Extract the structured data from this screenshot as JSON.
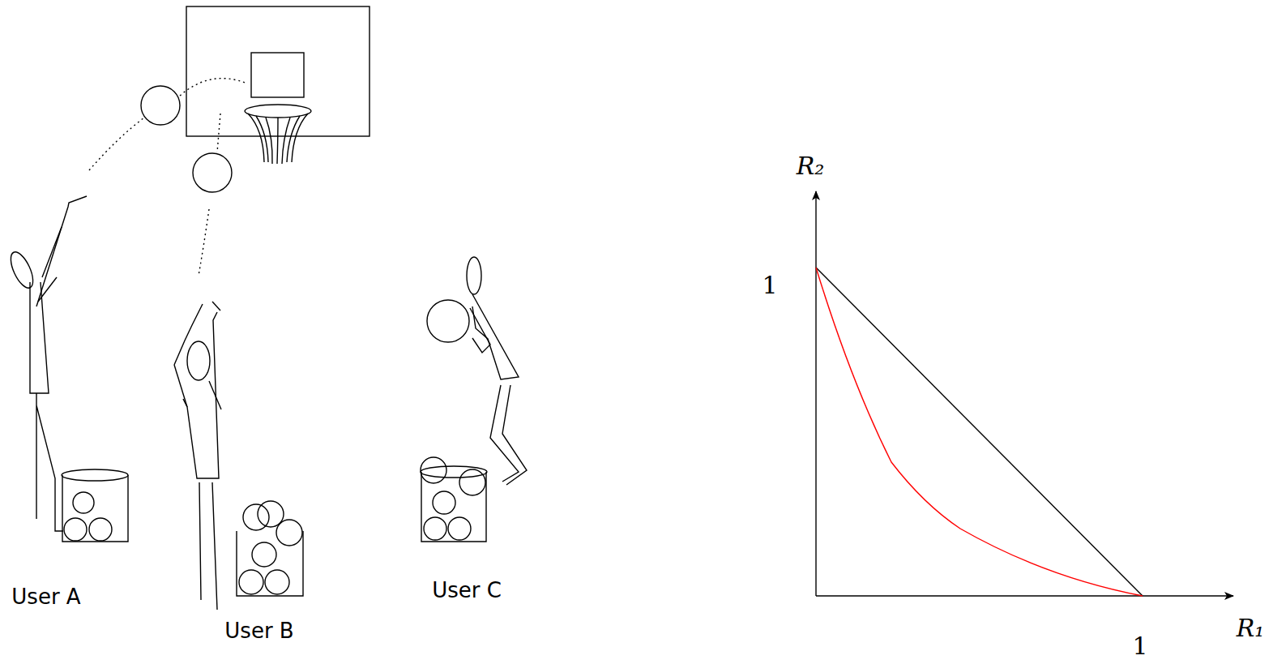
{
  "diagram": {
    "labels": [
      "User A",
      "User B",
      "User C",
      "R₂",
      "1",
      "1",
      "R₁"
    ]
  }
}
